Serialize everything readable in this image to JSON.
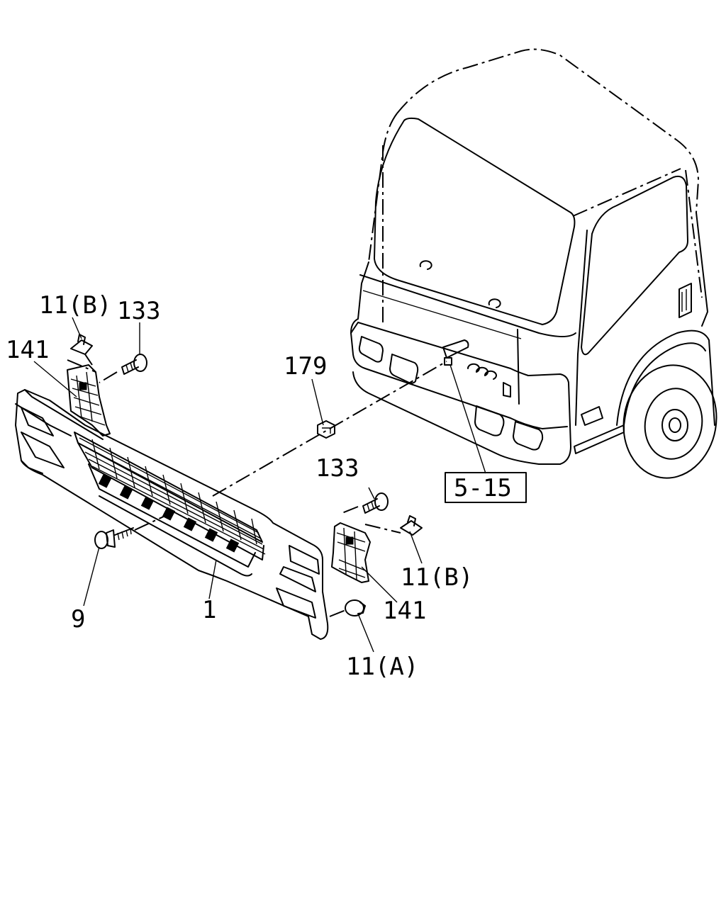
{
  "callouts": {
    "clip_11b_left": "11(B)",
    "bolt_133_left": "133",
    "bracket_141_left": "141",
    "nut_179": "179",
    "ref_5_15": "5-15",
    "bolt_133_right": "133",
    "clip_11b_right": "11(B)",
    "bracket_141_right": "141",
    "screw_9": "9",
    "grille_1": "1",
    "clip_11a": "11(A)"
  }
}
